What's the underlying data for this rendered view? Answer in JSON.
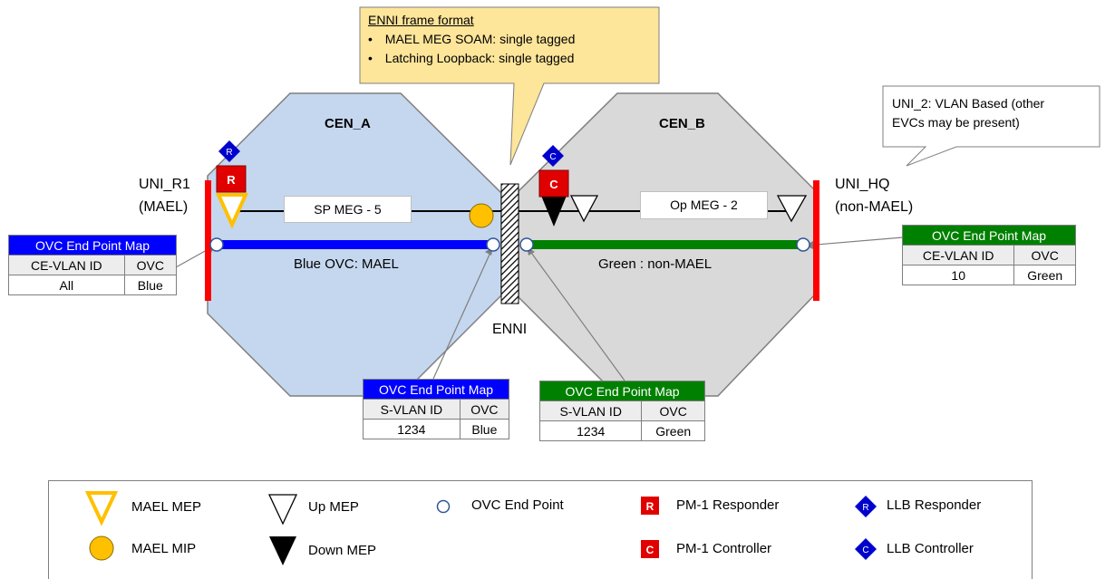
{
  "clouds": {
    "cen_a": "CEN_A",
    "cen_b": "CEN_B"
  },
  "enni_callout": {
    "title": "ENNI frame format",
    "bullets": [
      "MAEL MEG SOAM: single tagged",
      "Latching Loopback: single tagged"
    ]
  },
  "uni2_callout": {
    "line1": "UNI_2: VLAN Based (other",
    "line2": "EVCs may be present)"
  },
  "uni_r1": {
    "line1": "UNI_R1",
    "line2": "(MAEL)"
  },
  "uni_hq": {
    "line1": "UNI_HQ",
    "line2": "(non-MAEL)"
  },
  "enni_label": "ENNI",
  "meg_labels": {
    "sp": "SP MEG - 5",
    "op": "Op MEG - 2"
  },
  "ovc_labels": {
    "blue": "Blue OVC: MAEL",
    "green": "Green : non-MAEL"
  },
  "markers": {
    "responder_letter": "R",
    "controller_letter": "C"
  },
  "maps": {
    "uni_r1": {
      "title": "OVC End Point Map",
      "col1": "CE-VLAN ID",
      "col2": "OVC",
      "v1": "All",
      "v2": "Blue",
      "color": "#0000ff"
    },
    "uni_hq": {
      "title": "OVC End Point Map",
      "col1": "CE-VLAN ID",
      "col2": "OVC",
      "v1": "10",
      "v2": "Green",
      "color": "#008000"
    },
    "enni_a": {
      "title": "OVC End Point Map",
      "col1": "S-VLAN ID",
      "col2": "OVC",
      "v1": "1234",
      "v2": "Blue",
      "color": "#0000ff"
    },
    "enni_b": {
      "title": "OVC End Point Map",
      "col1": "S-VLAN ID",
      "col2": "OVC",
      "v1": "1234",
      "v2": "Green",
      "color": "#008000"
    }
  },
  "legend": {
    "mael_mep": "MAEL MEP",
    "mael_mip": "MAEL MIP",
    "up_mep": "Up MEP",
    "down_mep": "Down MEP",
    "ovc_end_point": "OVC End Point",
    "pm1_responder": "PM-1 Responder",
    "pm1_controller": "PM-1 Controller",
    "llb_responder": "LLB Responder",
    "llb_controller": "LLB Controller"
  },
  "colors": {
    "cen_a_fill": "#c5d7ef",
    "cen_b_fill": "#d9d9d9",
    "blue_ovc": "#0000ff",
    "green_ovc": "#008000",
    "uni_bar": "#ff0000",
    "mael_orange": "#ffc000",
    "callout_fill": "#fde59a"
  }
}
